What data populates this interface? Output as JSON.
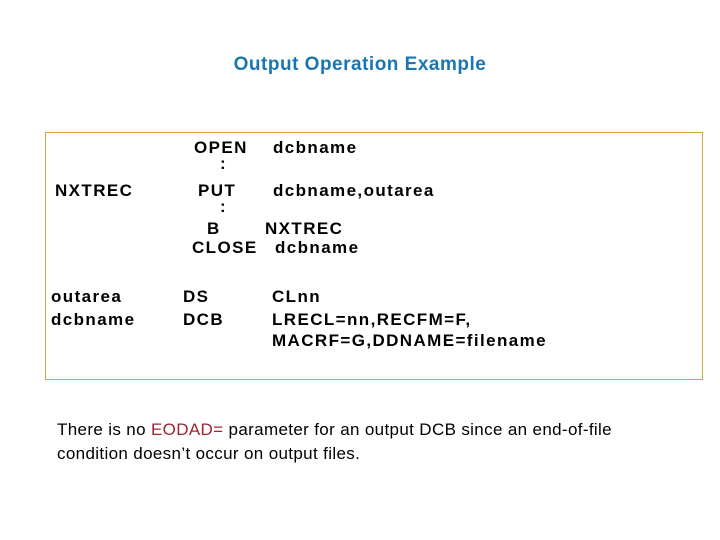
{
  "slide": {
    "title": "Output Operation Example"
  },
  "code_box": {
    "row_open": {
      "opcode": "OPEN",
      "operand": "dcbname"
    },
    "ellipsis1": ":",
    "row_put": {
      "label": "NXTREC",
      "opcode": "PUT",
      "operand_dcbname": "dcbname,",
      "operand_outarea": "outarea"
    },
    "ellipsis2": ":",
    "row_branch": {
      "opcode": "B",
      "operand": "NXTREC"
    },
    "row_close": {
      "opcode": "CLOSE",
      "operand": "dcbname"
    },
    "row_ds": {
      "label": "outarea",
      "opcode": "DS",
      "operand_prefix": "CL",
      "operand_nn": "nn"
    },
    "row_dcb": {
      "label": "dcbname",
      "opcode": "DCB",
      "operand_prefix": "LRECL=",
      "operand_nn": "nn",
      "operand_suffix": ",RECFM=F,"
    },
    "row_dcb_cont": {
      "operand": "MACRF=G,DDNAME=filename"
    }
  },
  "note": {
    "line1_before": "There is no ",
    "line1_keyword": "EODAD=",
    "line1_after": " parameter for an output DCB since an end-of-file",
    "line2": "condition doesn’t occur on output files."
  },
  "colors": {
    "title_blue": "#1B75B3",
    "box_border_orange": "#D6A34C",
    "operand_navy": "#333366",
    "area_green": "#0E7E2E",
    "nn_red": "#8B1A1A",
    "keyword_red": "#9E2430",
    "text_black": "#000000"
  }
}
